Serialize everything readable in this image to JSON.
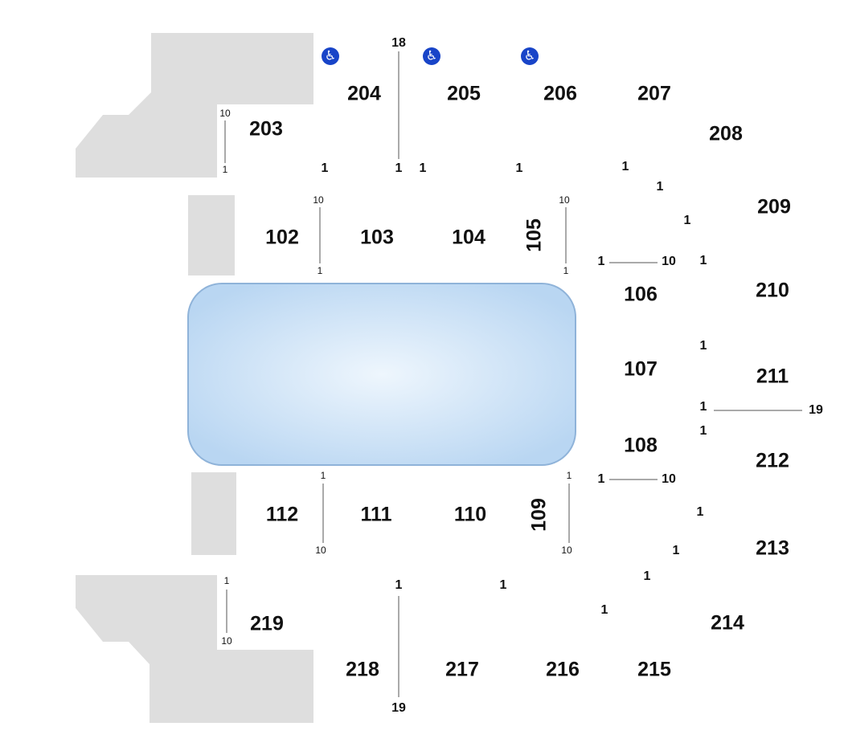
{
  "sections": {
    "s102": "102",
    "s103": "103",
    "s104": "104",
    "s105": "105",
    "s106": "106",
    "s107": "107",
    "s108": "108",
    "s109": "109",
    "s110": "110",
    "s111": "111",
    "s112": "112",
    "s203": "203",
    "s204": "204",
    "s205": "205",
    "s206": "206",
    "s207": "207",
    "s208": "208",
    "s209": "209",
    "s210": "210",
    "s211": "211",
    "s212": "212",
    "s213": "213",
    "s214": "214",
    "s215": "215",
    "s216": "216",
    "s217": "217",
    "s218": "218",
    "s219": "219"
  },
  "rows": {
    "one": "1",
    "ten": "10",
    "eighteen": "18",
    "nineteen": "19"
  },
  "icons": {
    "wheelchair": "wheelchair-accessible-icon"
  },
  "colors": {
    "rink_fill": "#cfe3f7",
    "rink_border": "#8fb3d9",
    "block": "#dedede",
    "accessible": "#1844c8"
  }
}
